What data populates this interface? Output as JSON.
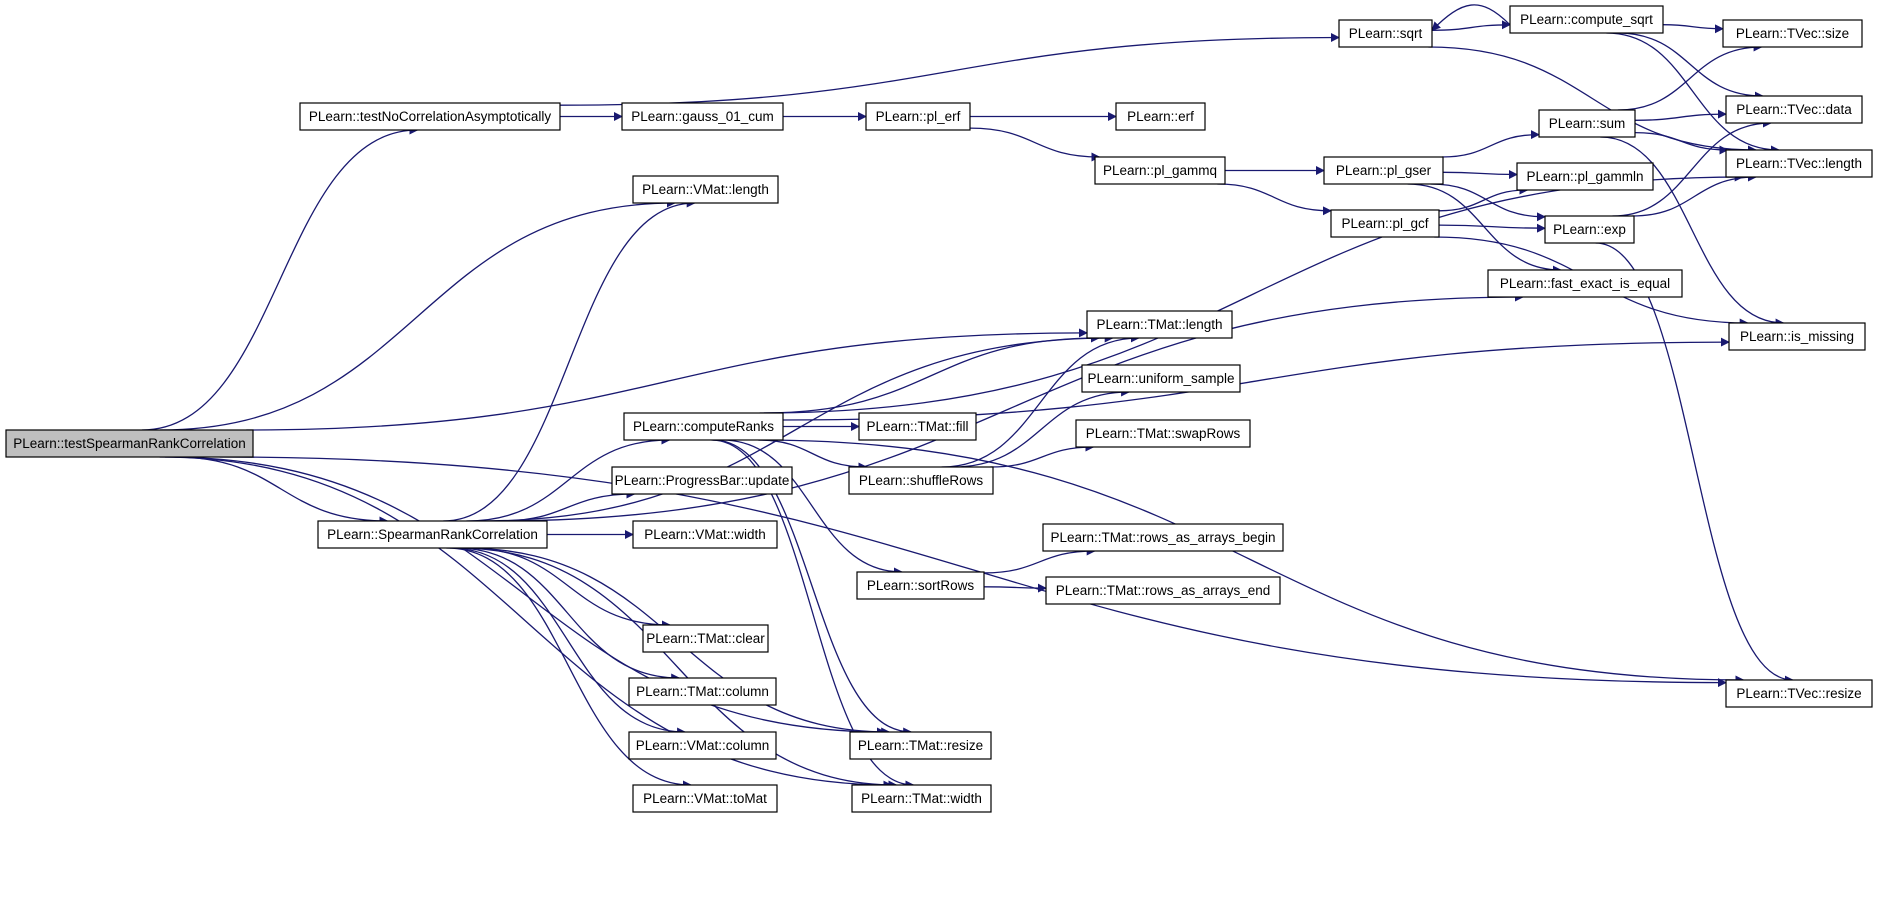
{
  "diagram": {
    "root": "testSpearman",
    "nodes": [
      {
        "id": "testSpearman",
        "label": "PLearn::testSpearmanRankCorrelation"
      },
      {
        "id": "testNoCorr",
        "label": "PLearn::testNoCorrelationAsymptotically"
      },
      {
        "id": "gauss",
        "label": "PLearn::gauss_01_cum"
      },
      {
        "id": "pl_erf",
        "label": "PLearn::pl_erf"
      },
      {
        "id": "erf",
        "label": "PLearn::erf"
      },
      {
        "id": "pl_gammq",
        "label": "PLearn::pl_gammq"
      },
      {
        "id": "pl_gser",
        "label": "PLearn::pl_gser"
      },
      {
        "id": "pl_gcf",
        "label": "PLearn::pl_gcf"
      },
      {
        "id": "pl_gammln",
        "label": "PLearn::pl_gammln"
      },
      {
        "id": "sum",
        "label": "PLearn::sum"
      },
      {
        "id": "exp",
        "label": "PLearn::exp"
      },
      {
        "id": "sqrt",
        "label": "PLearn::sqrt"
      },
      {
        "id": "compute_sqrt",
        "label": "PLearn::compute_sqrt"
      },
      {
        "id": "tvec_size",
        "label": "PLearn::TVec::size"
      },
      {
        "id": "tvec_data",
        "label": "PLearn::TVec::data"
      },
      {
        "id": "tvec_length",
        "label": "PLearn::TVec::length"
      },
      {
        "id": "is_missing",
        "label": "PLearn::is_missing"
      },
      {
        "id": "tvec_resize",
        "label": "PLearn::TVec::resize"
      },
      {
        "id": "fast_exact",
        "label": "PLearn::fast_exact_is_equal"
      },
      {
        "id": "vmat_length",
        "label": "PLearn::VMat::length"
      },
      {
        "id": "tmat_length",
        "label": "PLearn::TMat::length"
      },
      {
        "id": "uniform_sample",
        "label": "PLearn::uniform_sample"
      },
      {
        "id": "computeRanks",
        "label": "PLearn::computeRanks"
      },
      {
        "id": "tmat_fill",
        "label": "PLearn::TMat::fill"
      },
      {
        "id": "shuffleRows",
        "label": "PLearn::shuffleRows"
      },
      {
        "id": "swapRows",
        "label": "PLearn::TMat::swapRows"
      },
      {
        "id": "progress",
        "label": "PLearn::ProgressBar::update"
      },
      {
        "id": "spearman",
        "label": "PLearn::SpearmanRankCorrelation"
      },
      {
        "id": "vmat_width",
        "label": "PLearn::VMat::width"
      },
      {
        "id": "rows_begin",
        "label": "PLearn::TMat::rows_as_arrays_begin"
      },
      {
        "id": "sortRows",
        "label": "PLearn::sortRows"
      },
      {
        "id": "rows_end",
        "label": "PLearn::TMat::rows_as_arrays_end"
      },
      {
        "id": "tmat_clear",
        "label": "PLearn::TMat::clear"
      },
      {
        "id": "tmat_column",
        "label": "PLearn::TMat::column"
      },
      {
        "id": "vmat_column",
        "label": "PLearn::VMat::column"
      },
      {
        "id": "tmat_resize",
        "label": "PLearn::TMat::resize"
      },
      {
        "id": "vmat_toMat",
        "label": "PLearn::VMat::toMat"
      },
      {
        "id": "tmat_width",
        "label": "PLearn::TMat::width"
      }
    ],
    "edges": [
      {
        "from": "testSpearman",
        "to": "testNoCorr"
      },
      {
        "from": "testSpearman",
        "to": "vmat_length"
      },
      {
        "from": "testSpearman",
        "to": "tmat_length"
      },
      {
        "from": "testSpearman",
        "to": "spearman"
      },
      {
        "from": "testSpearman",
        "to": "tmat_resize"
      },
      {
        "from": "testSpearman",
        "to": "tmat_width"
      },
      {
        "from": "testSpearman",
        "to": "tvec_resize"
      },
      {
        "from": "testNoCorr",
        "to": "gauss"
      },
      {
        "from": "testNoCorr",
        "to": "sqrt"
      },
      {
        "from": "gauss",
        "to": "pl_erf"
      },
      {
        "from": "pl_erf",
        "to": "erf"
      },
      {
        "from": "pl_erf",
        "to": "pl_gammq"
      },
      {
        "from": "pl_gammq",
        "to": "pl_gser"
      },
      {
        "from": "pl_gammq",
        "to": "pl_gcf"
      },
      {
        "from": "pl_gser",
        "to": "sum"
      },
      {
        "from": "pl_gser",
        "to": "pl_gammln"
      },
      {
        "from": "pl_gser",
        "to": "exp"
      },
      {
        "from": "pl_gser",
        "to": "fast_exact"
      },
      {
        "from": "pl_gcf",
        "to": "pl_gammln"
      },
      {
        "from": "pl_gcf",
        "to": "exp"
      },
      {
        "from": "pl_gcf",
        "to": "is_missing"
      },
      {
        "from": "sum",
        "to": "tvec_data"
      },
      {
        "from": "sum",
        "to": "tvec_size"
      },
      {
        "from": "sum",
        "to": "tvec_length"
      },
      {
        "from": "sum",
        "to": "is_missing"
      },
      {
        "from": "exp",
        "to": "tvec_data"
      },
      {
        "from": "exp",
        "to": "tvec_length"
      },
      {
        "from": "exp",
        "to": "tvec_resize"
      },
      {
        "from": "sqrt",
        "to": "compute_sqrt"
      },
      {
        "from": "sqrt",
        "to": "tvec_length"
      },
      {
        "from": "compute_sqrt",
        "to": "sqrt"
      },
      {
        "from": "compute_sqrt",
        "to": "tvec_size"
      },
      {
        "from": "compute_sqrt",
        "to": "tvec_data"
      },
      {
        "from": "compute_sqrt",
        "to": "tvec_length"
      },
      {
        "from": "spearman",
        "to": "vmat_length"
      },
      {
        "from": "spearman",
        "to": "fast_exact"
      },
      {
        "from": "spearman",
        "to": "tmat_length"
      },
      {
        "from": "spearman",
        "to": "computeRanks"
      },
      {
        "from": "spearman",
        "to": "progress"
      },
      {
        "from": "spearman",
        "to": "vmat_width"
      },
      {
        "from": "spearman",
        "to": "tmat_clear"
      },
      {
        "from": "spearman",
        "to": "tmat_column"
      },
      {
        "from": "spearman",
        "to": "vmat_column"
      },
      {
        "from": "spearman",
        "to": "vmat_toMat"
      },
      {
        "from": "spearman",
        "to": "tmat_resize"
      },
      {
        "from": "spearman",
        "to": "tmat_width"
      },
      {
        "from": "computeRanks",
        "to": "tmat_length"
      },
      {
        "from": "computeRanks",
        "to": "tmat_fill"
      },
      {
        "from": "computeRanks",
        "to": "shuffleRows"
      },
      {
        "from": "computeRanks",
        "to": "sortRows"
      },
      {
        "from": "computeRanks",
        "to": "tvec_length"
      },
      {
        "from": "computeRanks",
        "to": "is_missing"
      },
      {
        "from": "computeRanks",
        "to": "tvec_resize"
      },
      {
        "from": "computeRanks",
        "to": "tmat_resize"
      },
      {
        "from": "computeRanks",
        "to": "tmat_width"
      },
      {
        "from": "shuffleRows",
        "to": "tmat_length"
      },
      {
        "from": "shuffleRows",
        "to": "uniform_sample"
      },
      {
        "from": "shuffleRows",
        "to": "swapRows"
      },
      {
        "from": "sortRows",
        "to": "rows_begin"
      },
      {
        "from": "sortRows",
        "to": "rows_end"
      }
    ]
  }
}
